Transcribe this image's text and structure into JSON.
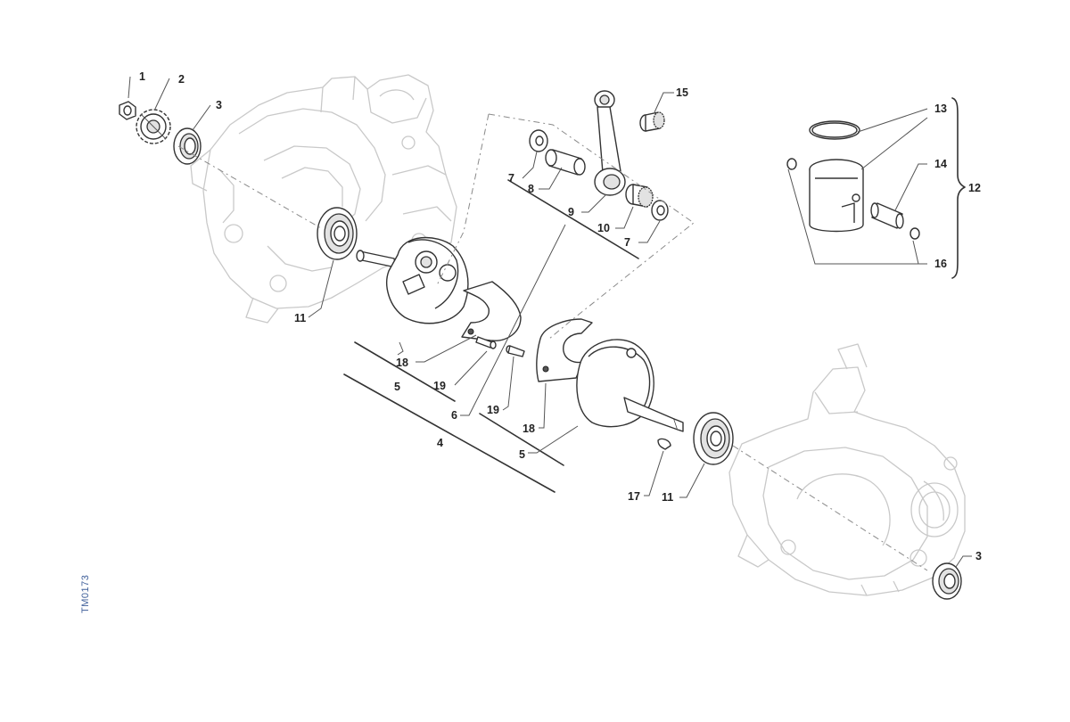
{
  "drawing_code": "TM0173",
  "colors": {
    "line": "#333333",
    "ghost": "#c9c9c9",
    "code": "#3f5f9a"
  },
  "callouts": [
    "1",
    "2",
    "3",
    "3",
    "4",
    "5",
    "5",
    "6",
    "7",
    "7",
    "8",
    "9",
    "10",
    "11",
    "11",
    "12",
    "13",
    "14",
    "15",
    "16",
    "17",
    "18",
    "18",
    "19",
    "19"
  ]
}
